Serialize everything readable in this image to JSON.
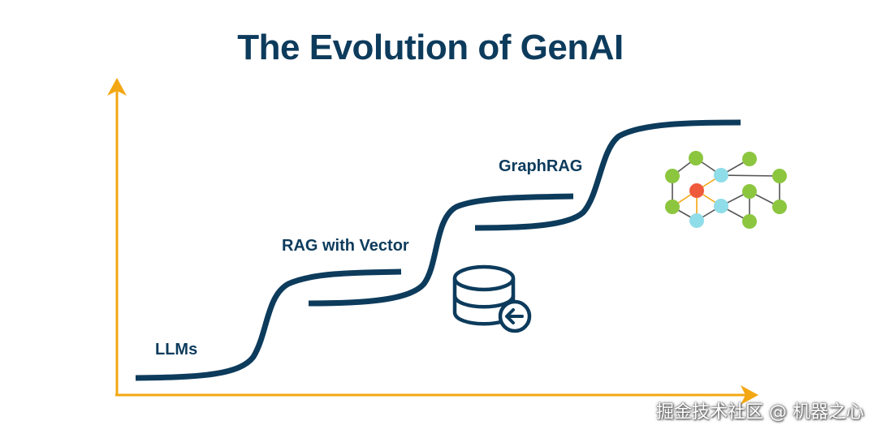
{
  "title": "The Evolution of GenAI",
  "stages": [
    {
      "label": "LLMs"
    },
    {
      "label": "RAG with Vector"
    },
    {
      "label": "GraphRAG"
    }
  ],
  "watermark": "掘金技术社区 @ 机器之心",
  "colors": {
    "title": "#0d3b5c",
    "curve": "#0d3b5c",
    "axis": "#f3a712",
    "node_green": "#8cc63f",
    "node_cyan": "#8fdde8",
    "node_red": "#ef5a3c",
    "edge_gray": "#555555",
    "edge_orange": "#f3a712"
  },
  "icons": [
    "database-icon",
    "arrow-back-circle-icon",
    "knowledge-graph-icon"
  ]
}
